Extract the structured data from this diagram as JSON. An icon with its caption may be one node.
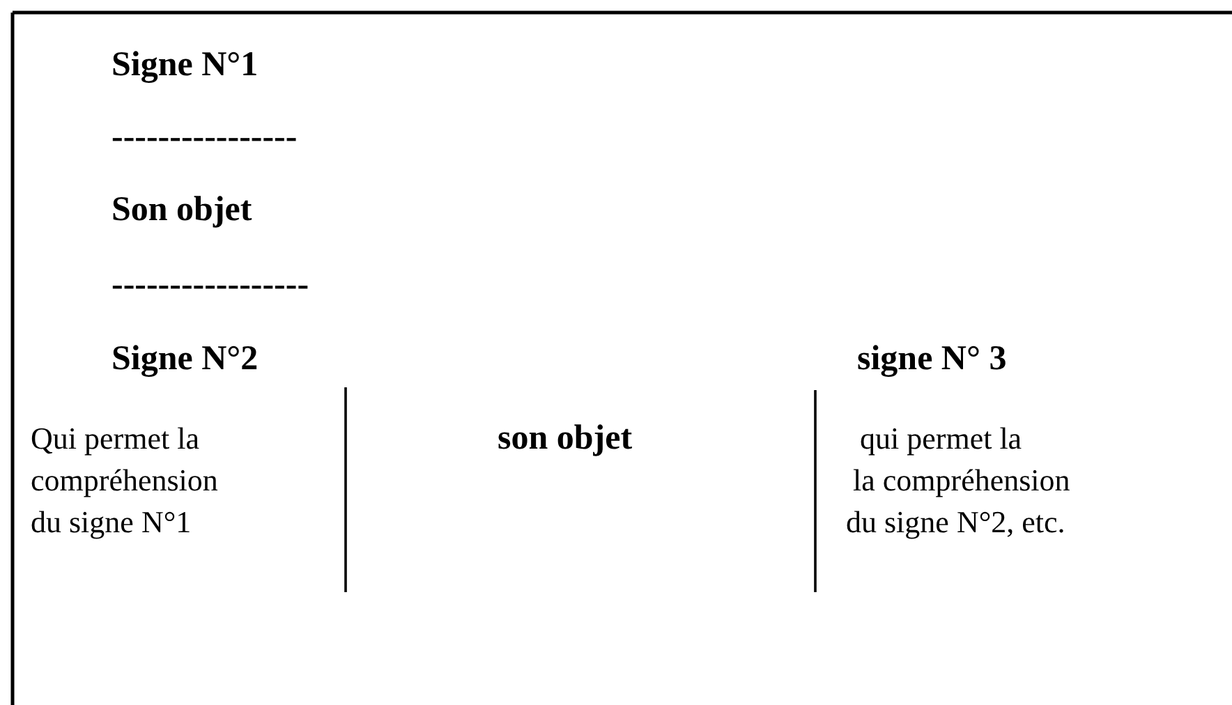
{
  "diagram": {
    "labels": [
      "Signe N°1",
      "----------------",
      "Son objet",
      "-----------------",
      "Signe N°2",
      "signe N° 3",
      "Qui permet la compréhension du signe N°1",
      "son objet",
      "qui permet la",
      "la compréhension",
      "du signe N°2, etc."
    ]
  }
}
